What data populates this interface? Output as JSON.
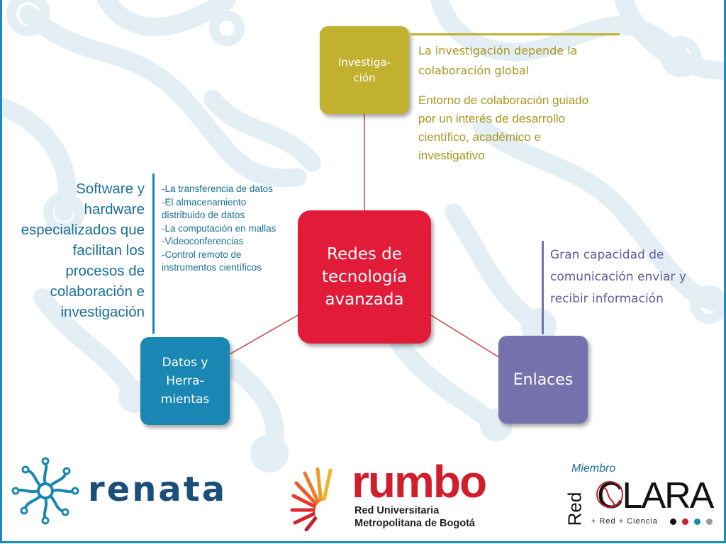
{
  "diagram": {
    "center_label": "Redes de\ntecnología\navanzada",
    "top_label": "Investiga-\nción",
    "left_label": "Datos y\nHerra-\nmientas",
    "right_label": "Enlaces",
    "top_text_1": "La investigación depende la colaboración global",
    "top_text_2": "Entorno de colaboración guiado por un interés de desarrollo científico, académico e investigativo",
    "left_title": "Software y hardware especializados que facilitan los procesos de colaboración e investigación",
    "left_list": [
      "-La transferencia de datos",
      "-El almacenamiento distribuido de datos",
      "-La computación en mallas",
      "-Videoconferencias",
      "-Control remoto de instrumentos científicos"
    ],
    "right_text": "Gran capacidad de comunicación enviar y recibir información"
  },
  "logos": {
    "renata": "renata",
    "rumbo": "rumbo",
    "rumbo_sub_1": "Red Universitaria",
    "rumbo_sub_2": "Metropolitana de Bogotá",
    "clara_miembro": "Miembro",
    "clara_red": "Red",
    "clara_word": "CLARA",
    "clara_tagline": "+ Red    + Ciencia"
  },
  "colors": {
    "center": "#e21b38",
    "top": "#c2b02f",
    "left": "#1a86b3",
    "right": "#7471ad",
    "connector": "#c8453f",
    "background_pattern": "#e3eef5"
  }
}
